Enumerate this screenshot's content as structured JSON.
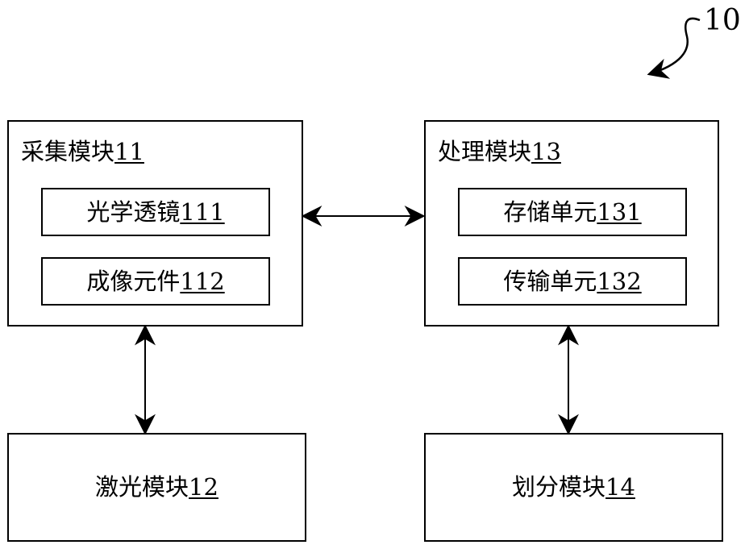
{
  "figure": {
    "reference_label": "10"
  },
  "modules": {
    "acquisition": {
      "name": "采集模块",
      "number": "11",
      "units": [
        {
          "name": "光学透镜",
          "number": "111"
        },
        {
          "name": "成像元件",
          "number": "112"
        }
      ]
    },
    "processing": {
      "name": "处理模块",
      "number": "13",
      "units": [
        {
          "name": "存储单元",
          "number": "131"
        },
        {
          "name": "传输单元",
          "number": "132"
        }
      ]
    },
    "laser": {
      "name": "激光模块",
      "number": "12"
    },
    "division": {
      "name": "划分模块",
      "number": "14"
    }
  },
  "connections": [
    {
      "from": "acquisition",
      "to": "processing",
      "type": "bidirectional"
    },
    {
      "from": "acquisition",
      "to": "laser",
      "type": "bidirectional"
    },
    {
      "from": "processing",
      "to": "division",
      "type": "bidirectional"
    }
  ],
  "colors": {
    "line": "#000000",
    "background": "#ffffff"
  }
}
